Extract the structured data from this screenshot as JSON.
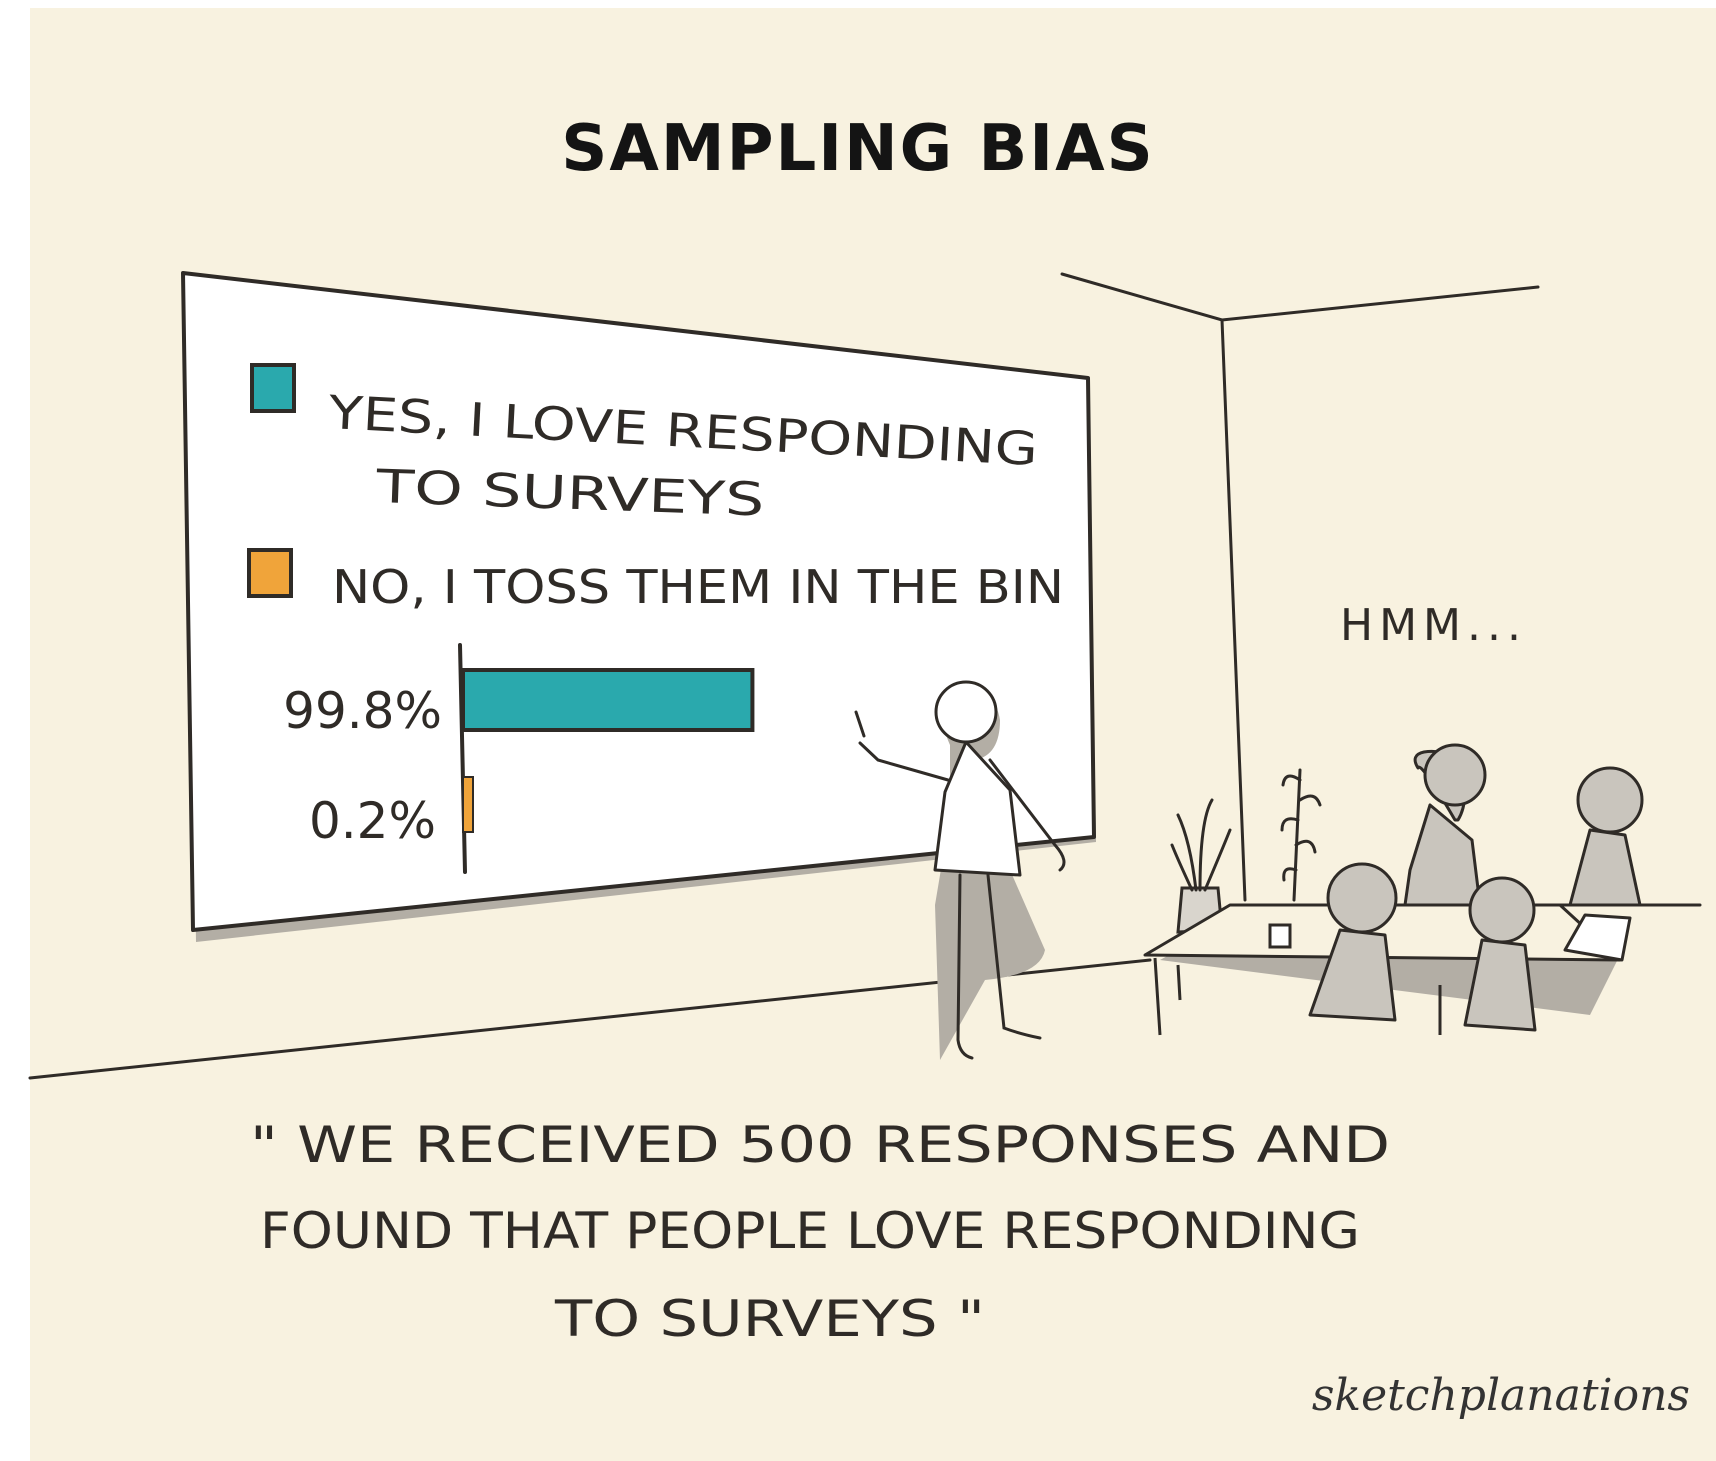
{
  "title": "SAMPLING BIAS",
  "slide": {
    "legend": [
      {
        "lines": [
          "YES, I LOVE RESPONDING",
          "TO SURVEYS"
        ],
        "color": "#2aa9ad"
      },
      {
        "lines": [
          "NO, I TOSS THEM IN THE BIN"
        ],
        "color": "#f0a43a"
      }
    ]
  },
  "chart_data": {
    "type": "bar",
    "orientation": "horizontal",
    "categories": [
      "YES, I LOVE RESPONDING TO SURVEYS",
      "NO, I TOSS THEM IN THE BIN"
    ],
    "values": [
      99.8,
      0.2
    ],
    "value_labels": [
      "99.8%",
      "0.2%"
    ],
    "colors": [
      "#2aa9ad",
      "#f0a43a"
    ]
  },
  "speech": "HMM...",
  "caption": {
    "lines": [
      "\" WE RECEIVED 500 RESPONSES AND",
      "FOUND THAT PEOPLE LOVE RESPONDING",
      "TO SURVEYS \""
    ]
  },
  "signature": "sketchplanations",
  "colors": {
    "background": "#f8f2e0",
    "ink": "#2f2b27",
    "shadow": "#a9a49b",
    "figure_fill": "#c9c5bd",
    "whiteboard": "#ffffff"
  }
}
